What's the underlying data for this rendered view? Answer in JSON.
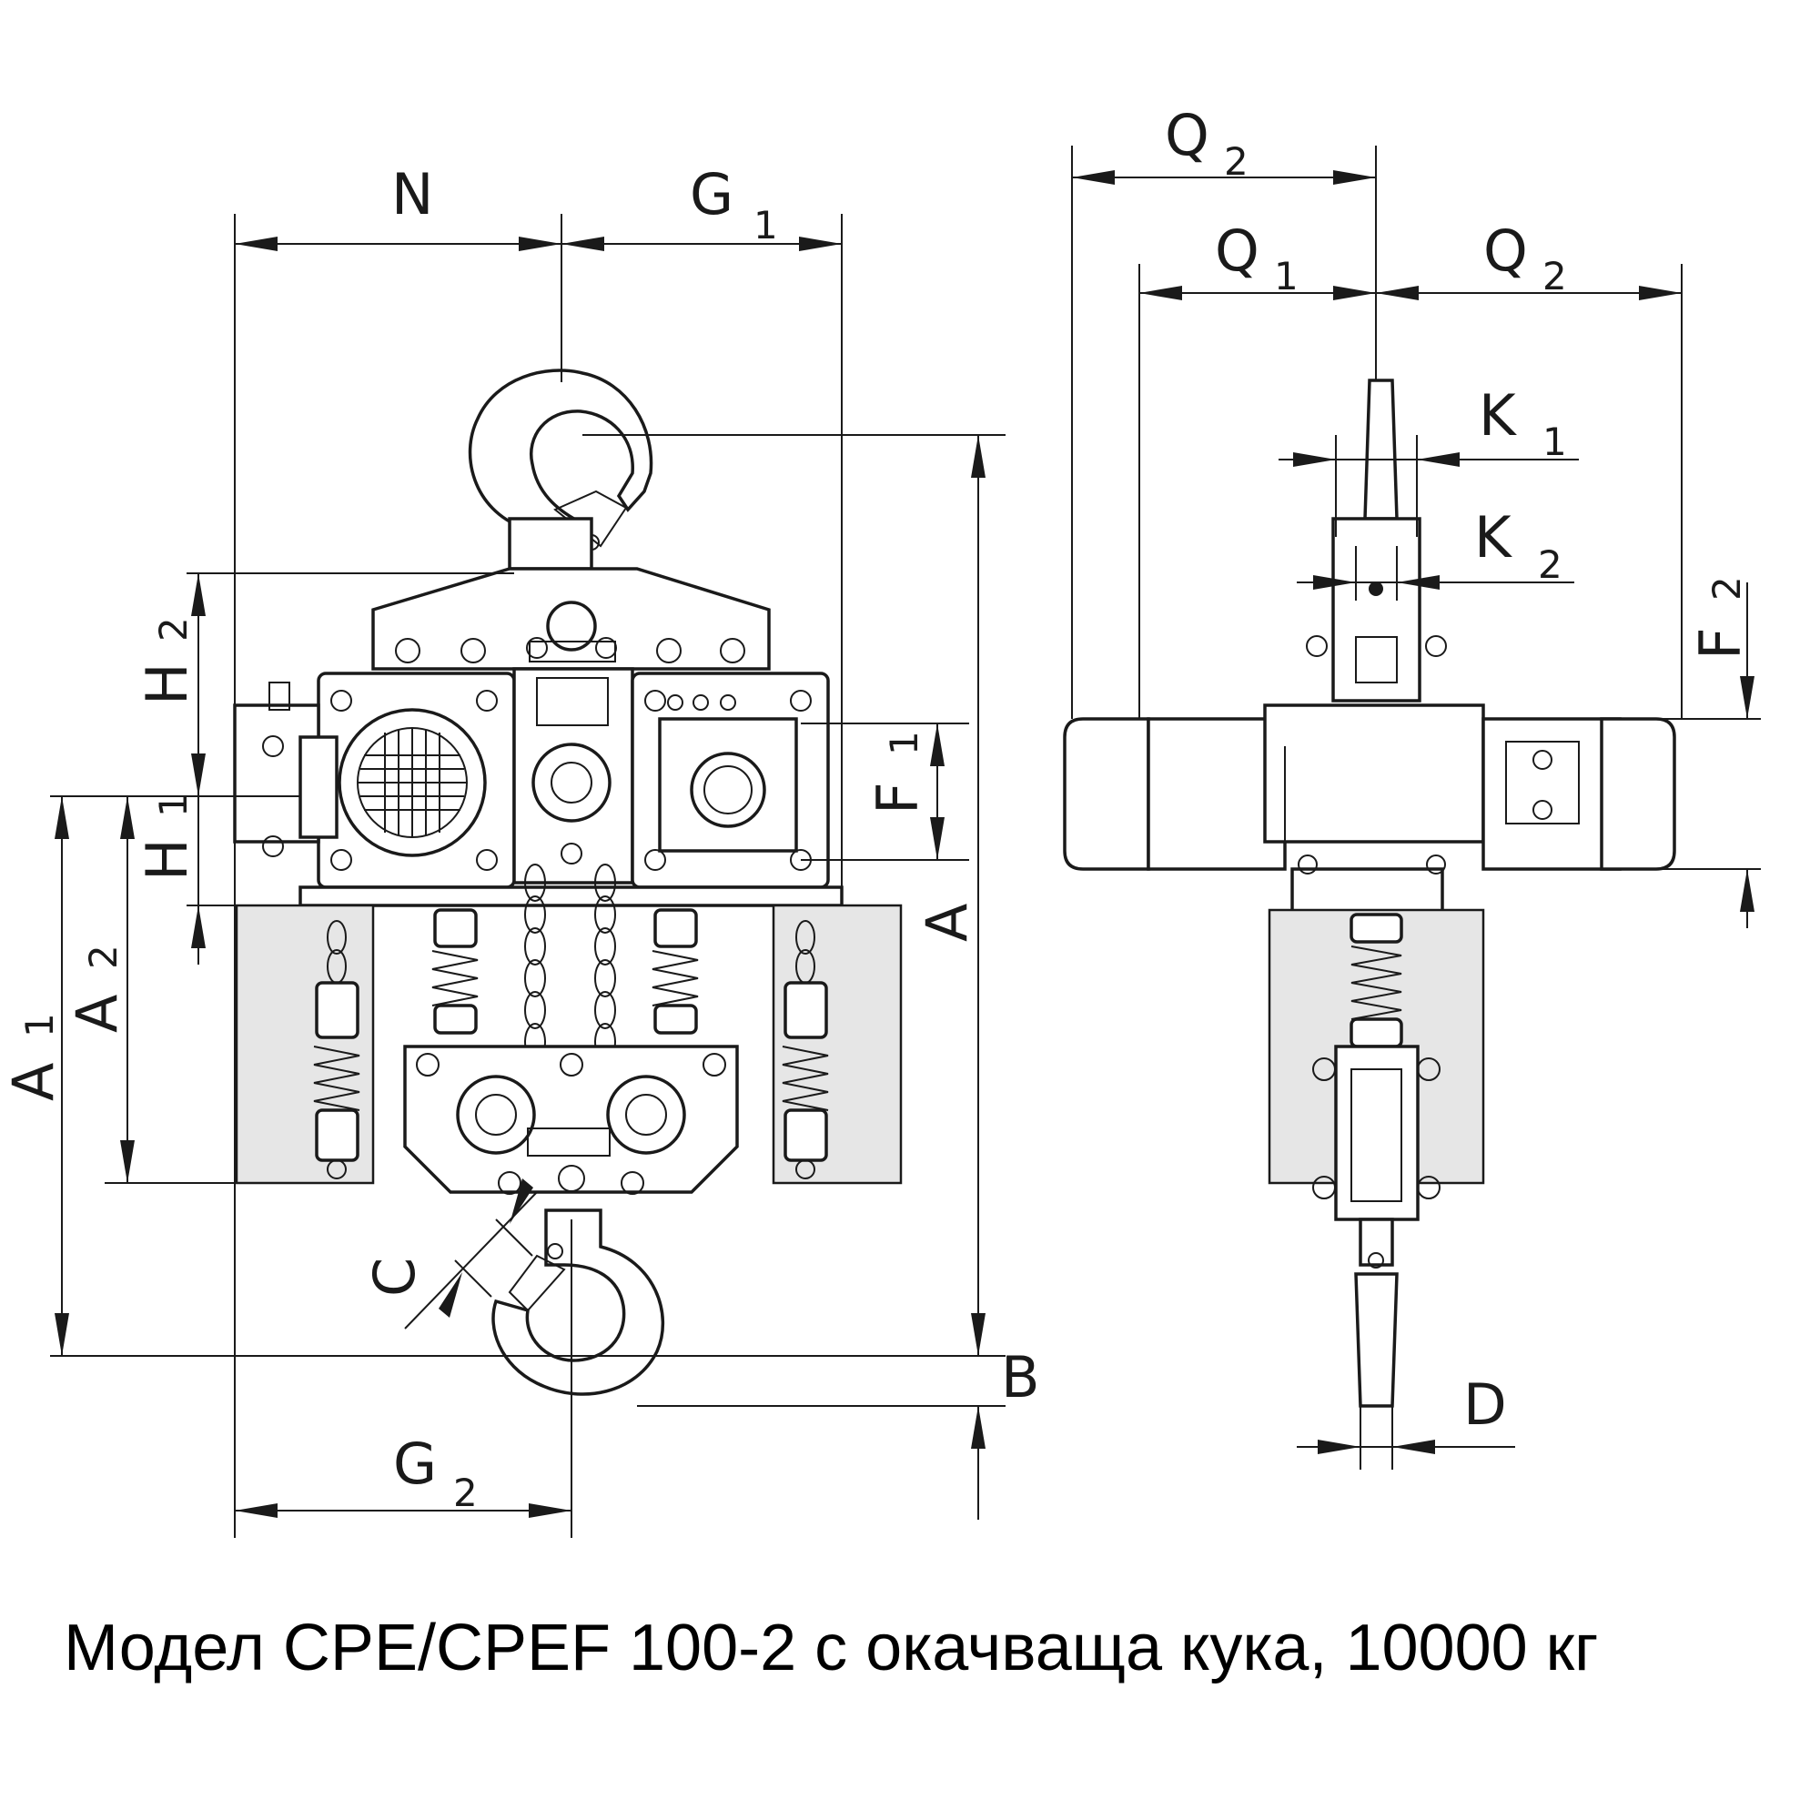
{
  "caption": "Модел CPE/CPEF 100-2 с окачваща кука, 10000 кг",
  "dimensions": {
    "N": "N",
    "G1": {
      "main": "G",
      "sub": "1"
    },
    "G2": {
      "main": "G",
      "sub": "2"
    },
    "H1": {
      "main": "H",
      "sub": "1"
    },
    "H2": {
      "main": "H",
      "sub": "2"
    },
    "A": "A",
    "A1": {
      "main": "A",
      "sub": "1"
    },
    "A2": {
      "main": "A",
      "sub": "2"
    },
    "B": "B",
    "C": "C",
    "F1": {
      "main": "F",
      "sub": "1"
    },
    "F2": {
      "main": "F",
      "sub": "2"
    },
    "Q1": {
      "main": "Q",
      "sub": "1"
    },
    "Q2_top": {
      "main": "Q",
      "sub": "2"
    },
    "Q2_right": {
      "main": "Q",
      "sub": "2"
    },
    "K1": {
      "main": "K",
      "sub": "1"
    },
    "K2": {
      "main": "K",
      "sub": "2"
    },
    "D": "D"
  }
}
